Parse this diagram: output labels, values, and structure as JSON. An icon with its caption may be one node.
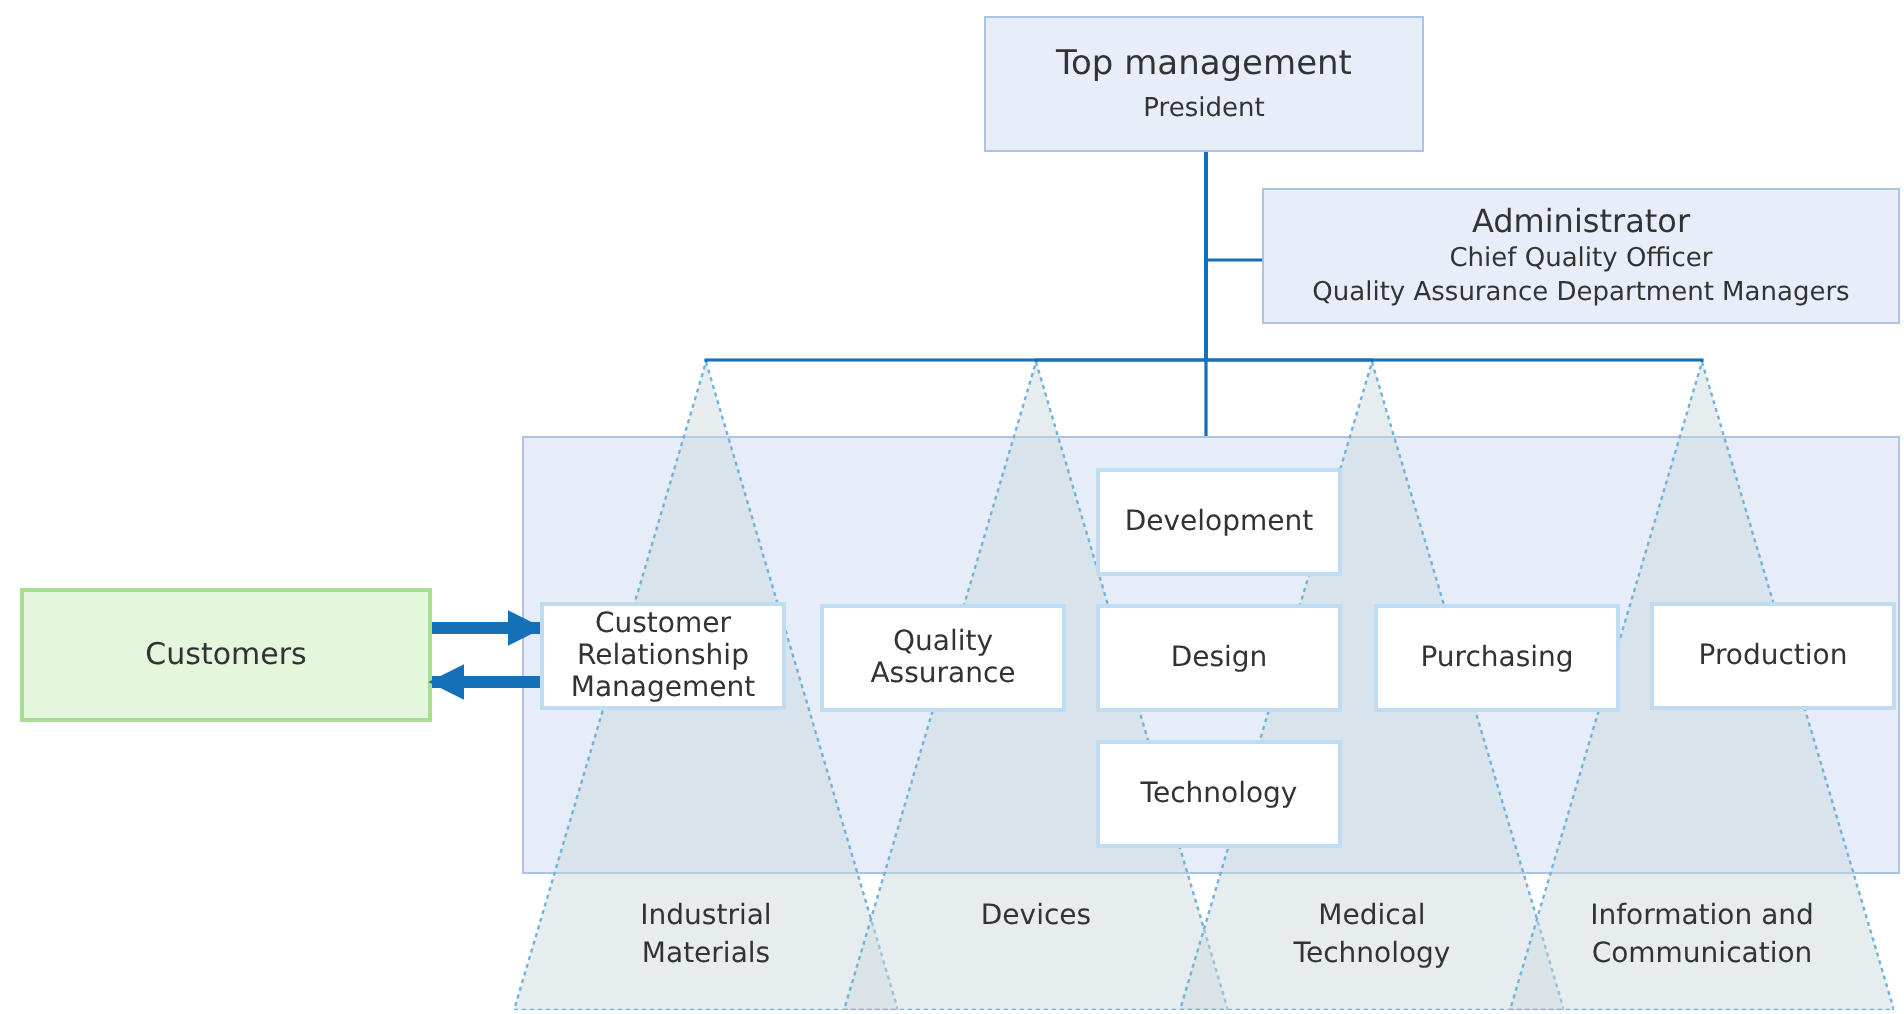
{
  "diagram": {
    "nodes": [
      {
        "text": [
          "Top management",
          "President"
        ]
      },
      {
        "text": [
          "Administrator",
          "Chief Quality Officer",
          "Quality Assurance Department Managers"
        ]
      },
      {
        "text": [],
        "shape": "box"
      },
      {
        "text": [
          "Industrial Materials"
        ]
      },
      {
        "text": [
          "Devices"
        ]
      },
      {
        "text": [
          "Medical Technology"
        ]
      },
      {
        "text": [
          "Information and Communication"
        ]
      },
      {
        "text": [
          "Customers"
        ]
      },
      {
        "text": [
          "Development"
        ],
        "in": 2
      },
      {
        "text": [
          "Customer Relationship Management"
        ]
      },
      {
        "text": [
          "Quality Assurance"
        ],
        "in": 2
      },
      {
        "text": [
          "Design"
        ],
        "in": 2
      },
      {
        "text": [
          "Purchasing"
        ],
        "in": 2
      },
      {
        "text": [
          "Production"
        ]
      },
      {
        "text": [
          "Technology"
        ],
        "in": 2
      }
    ],
    "edges": [
      {
        "from": 0,
        "to": 1,
        "arrow": "none"
      },
      {
        "from": 0,
        "to": 2,
        "arrow": "none"
      },
      {
        "from": 0,
        "to": 3,
        "arrow": "none"
      },
      {
        "from": 0,
        "to": 4,
        "arrow": "none"
      },
      {
        "from": 0,
        "to": 5,
        "arrow": "none"
      },
      {
        "from": 0,
        "to": 6,
        "arrow": "none"
      },
      {
        "from": 7,
        "to": 9,
        "arrow": "to",
        "style": "thick"
      },
      {
        "from": 9,
        "to": 7,
        "arrow": "to",
        "style": "thick"
      }
    ]
  }
}
